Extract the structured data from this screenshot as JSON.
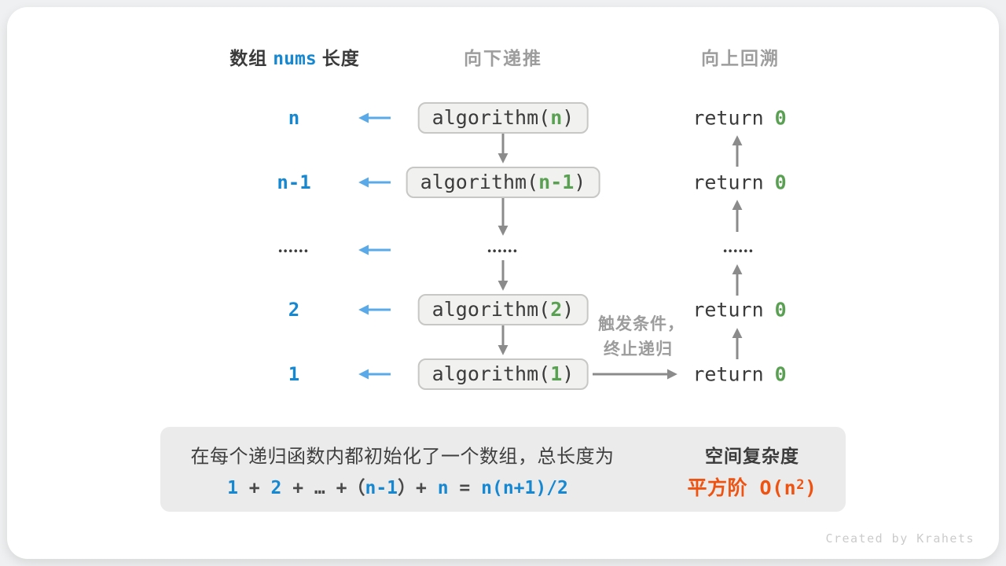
{
  "colors": {
    "accent_blue": "#1688d2",
    "arrow_blue": "#5aa9e8",
    "param_green": "#5aa052",
    "arrow_gray": "#8b8b8b",
    "header_gray": "#9d9d9d",
    "dark_text": "#3b3b3b",
    "box_fill": "#f1f1ef",
    "box_border": "#c7c7c5",
    "summary_bg": "#ebebeb",
    "result_orange": "#ee5312"
  },
  "headers": {
    "array_prefix": "数组",
    "array_code": "nums",
    "array_suffix": "长度",
    "downward": "向下递推",
    "upward": "向上回溯"
  },
  "rows": [
    {
      "length": "n",
      "call_prefix": "algorithm(",
      "param": "n",
      "call_suffix": ")",
      "return_label": "return",
      "return_value": "0"
    },
    {
      "length": "n-1",
      "call_prefix": "algorithm(",
      "param": "n-1",
      "call_suffix": ")",
      "return_label": "return",
      "return_value": "0"
    },
    {
      "length": "••••••",
      "middle_dots": "••••••",
      "right_dots": "••••••"
    },
    {
      "length": "2",
      "call_prefix": "algorithm(",
      "param": "2",
      "call_suffix": ")",
      "return_label": "return",
      "return_value": "0"
    },
    {
      "length": "1",
      "call_prefix": "algorithm(",
      "param": "1",
      "call_suffix": ")",
      "return_label": "return",
      "return_value": "0"
    }
  ],
  "trigger_note": {
    "line1": "触发条件，",
    "line2": "终止递归"
  },
  "summary": {
    "line1": "在每个递归函数内都初始化了一个数组，总长度为",
    "formula": [
      "1",
      " + ",
      "2",
      " + ",
      "…",
      " +",
      "（",
      "n-1",
      "）",
      "+ ",
      "n",
      " = ",
      "n(n+1)/2"
    ],
    "conclusion_title": "空间复杂度",
    "conclusion_prefix": "平方阶 O(n",
    "conclusion_sup": "2",
    "conclusion_suffix": ")"
  },
  "watermark": "Created by Krahets"
}
